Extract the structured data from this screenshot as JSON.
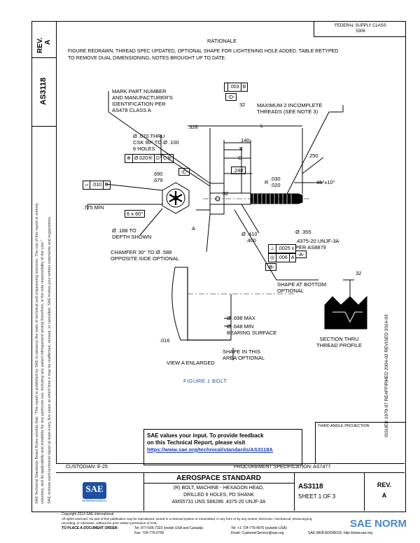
{
  "header": {
    "rev_label": "REV.",
    "rev_value": "A",
    "doc_id": "AS3118",
    "fed_class": "FEDERAL SUPPLY CLASS\n5306",
    "rationale_title": "RATIONALE",
    "rationale_text_1": "FIGURE REDRAWN, THREAD SPEC UPDATED, OPTIONAL SHAPE FOR LIGHTENING HOLE ADDED. TABLE RETYPED",
    "rationale_text_2": "TO REMOVE DUAL DIMENSIONING, NOTES BROUGHT UP TO DATE."
  },
  "side_notes": {
    "left_note_1": "SAE Technical Standards Board Rules provide that: \"This report is published by SAE to advance the state of technical and engineering sciences. The use of this report is entirely",
    "left_note_2": "voluntary, and its applicability and suitability for any particular use, including any patent infringement arising therefrom, is the sole responsibility of the user.\"",
    "left_note_3": "SAE reviews each technical report at least every five years at which time it may be reaffirmed, revised, or cancelled. SAE invites your written comments and suggestions.",
    "right_history": "ISSUED 1979-07    REAFFIRMED 2004-02    REVISED 2014-03"
  },
  "drawing": {
    "mark_note": "MARK PART NUMBER\nAND MANUFACTURER'S\nIDENTIFICATION PER\nAS478 CLASS A",
    "fcf_top": [
      "",
      ".003",
      "B"
    ],
    "datum_d": "-D-",
    "finish_32_top": "32",
    "max_threads": "MAXIMUM 2 INCOMPLETE\nTHREADS (SEE NOTE 3)",
    "dim_328": ".328",
    "dim_L": "L",
    "dim_140": ".140",
    "dim_K": "K",
    "dim_G": "G",
    "dim_250": ".250",
    "dim_248": ".248",
    "dim_R": "R",
    "dim_030": ".030",
    "dim_020": ".020",
    "dim_45": "45°±10°",
    "hole_note": "Ø .070 THRU\nCSK 90° TO Ø .100\n6 HOLES",
    "fcf_holes": [
      "⊕",
      "Ø.020Ⓜ",
      "D",
      "CⓂ"
    ],
    "dim_690": ".690",
    "dim_679": ".679",
    "datum_c": "-C-",
    "fcf_left": [
      "▱",
      ".010",
      "B"
    ],
    "dim_775": ".775 MIN",
    "dim_6x60": "6 x 60°",
    "finish_32_mid": "32",
    "dim_188": "Ø .188 TO\nDEPTH SHOWN",
    "label_A": "A",
    "dim_dia_410": "Ø .410\n   .400",
    "dim_355": "Ø .355",
    "thread": ".4375-20 UNJF-3A\nPER AS8879",
    "datum_a": "-A-",
    "chamfer": "CHAMFER 30° TO Ø .588\nOPPOSITE SIDE OPTIONAL",
    "fcf_0025": [
      "⊥",
      ".0025 x"
    ],
    "fcf_006": [
      "◎",
      ".006",
      "A"
    ],
    "datum_b": "-B-",
    "shape_bottom": "SHAPE AT BOTTOM\nOPTIONAL",
    "finish_32_right": "32",
    "dim_698": "Ø .698 MAX",
    "dim_648": "Ø .648 MIN\nBEARING SURFACE",
    "dim_016": ".016",
    "shape_area": "SHAPE IN THIS\nAREA OPTIONAL",
    "view_a": "VIEW A ENLARGED",
    "section_thru": "SECTION THRU\nTHREAD PROFILE",
    "figure_title": "FIGURE 1  BOLT"
  },
  "feedback": {
    "line1": "SAE values your input. To provide feedback",
    "line2": "on this Technical Report, please visit",
    "url": "https://www.sae.org/technical/standards/AS3118A"
  },
  "projection_label": "THIRD ANGLE PROJECTION",
  "title_block": {
    "custodian": "CUSTODIAN: E-25",
    "procurement": "PROCUREMENT SPECIFICATION: AS7477",
    "logo_text": "SAE",
    "logo_sub": "INTERNATIONAL",
    "std_title": "AEROSPACE STANDARD",
    "desc_1": "(R) BOLT, MACHINE - HEXAGON HEAD,",
    "desc_2": "DRILLED 6 HOLES, PD SHANK",
    "desc_3": "AMS5731 UNS S66286 .4375-20 UNJF-3A",
    "doc_id": "AS3118",
    "sheet": "SHEET 1 OF 3",
    "rev_label": "REV.",
    "rev_value": "A"
  },
  "footer": {
    "copyright": "Copyright 2014 SAE International",
    "rights": "All rights reserved. No part of this publication may be reproduced, stored in a retrieval system or transmitted, in any form or by any means, electronic, mechanical, photocopying,",
    "rights2": "recording, or otherwise, without the prior written permission of SAE.",
    "order": "TO PLACE A DOCUMENT ORDER:",
    "tel": "Tel: 877-606-7323 (inside USA and Canada)",
    "tel2": "Tel: +1 724-776-4970 (outside USA)",
    "fax": "Fax: 724-776-0790",
    "email": "Email: CustomerService@sae.org",
    "web": "SAE WEB ADDRESS: http://www.sae.org",
    "watermark": "SAE NORM"
  }
}
